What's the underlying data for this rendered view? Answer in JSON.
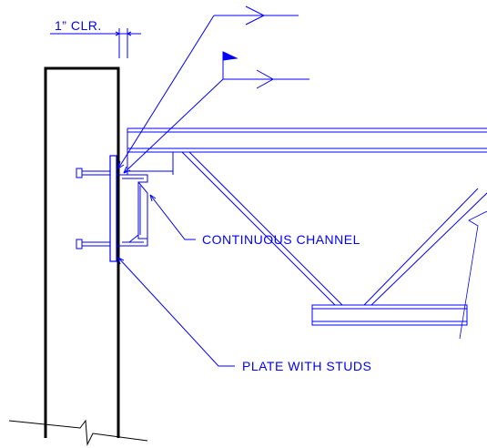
{
  "labels": {
    "clearance": "1” CLR.",
    "channel": "CONTINUOUS CHANNEL",
    "plate": "PLATE WITH STUDS"
  },
  "colors": {
    "linework": "#0000ff",
    "wall": "#000000",
    "background": "#ffffff"
  },
  "icons": {
    "weld_symbol_top": "fillet-weld-symbol",
    "weld_symbol_field": "field-weld-flag-symbol"
  }
}
